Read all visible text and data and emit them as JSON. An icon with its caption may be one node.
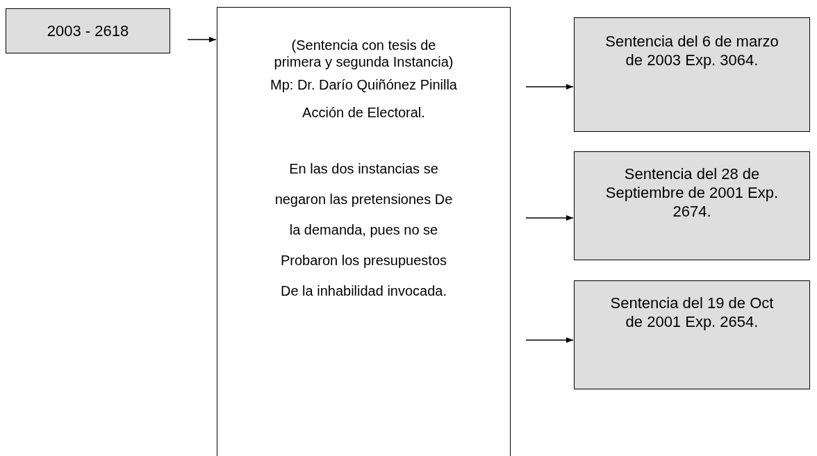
{
  "diagram": {
    "nodes": [
      {
        "text": [
          "2003 - 2618"
        ]
      },
      {
        "text": [
          "(Sentencia con tesis de primera y segunda Instancia)",
          "Mp: Dr. Darío Quiñónez Pinilla",
          "Acción de Electoral.",
          "En las dos instancias se negaron las pretensiones De la demanda, pues no se Probaron los presupuestos De la inhabilidad invocada."
        ]
      },
      {
        "text": [
          "Sentencia del 6 de marzo de 2003 Exp. 3064."
        ]
      },
      {
        "text": [
          "Sentencia del 28 de Septiembre de 2001 Exp. 2674."
        ]
      },
      {
        "text": [
          "Sentencia del 19 de Oct de 2001 Exp. 2654."
        ]
      }
    ],
    "edges": [
      {
        "from": 0,
        "to": 1,
        "arrow": "to"
      },
      {
        "from": null,
        "to": 2,
        "arrow": "to"
      },
      {
        "from": null,
        "to": 3,
        "arrow": "to"
      },
      {
        "from": null,
        "to": 4,
        "arrow": "to"
      }
    ]
  }
}
